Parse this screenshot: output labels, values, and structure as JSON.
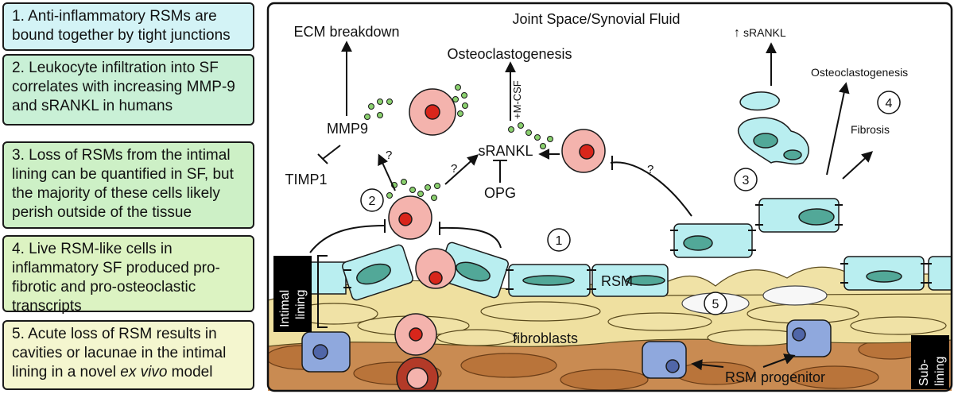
{
  "sidebar": {
    "items": [
      {
        "number": "1.",
        "text": "Anti-inflammatory RSMs are bound together by tight junctions",
        "bg": "#d3f3f6"
      },
      {
        "number": "2.",
        "text": "Leukocyte infiltration into SF correlates with increasing MMP-9 and sRANKL in humans",
        "bg": "#c9f0d6"
      },
      {
        "number": "3.",
        "text": "Loss of RSMs from the intimal lining can be quantified in SF, but the majority of these cells likely perish outside of the tissue",
        "bg": "#cdf0c6"
      },
      {
        "number": "4.",
        "text": "Live RSM-like cells in inflammatory SF produced pro-fibrotic and pro-osteoclastic transcripts",
        "bg": "#dcf3c2"
      },
      {
        "number": "5.",
        "text_before": "Acute loss of RSM results in cavities or lacunae in the intimal lining in a novel ",
        "text_italic": "ex vivo",
        "text_after": " model",
        "bg": "#f4f6cf"
      }
    ]
  },
  "diagram": {
    "joint_space": "Joint Space/Synovial Fluid",
    "ecm_breakdown": "ECM breakdown",
    "osteoclastogenesis_center": "Osteoclastogenesis",
    "m_csf": "+M-CSF",
    "srankl_up": "sRANKL",
    "up_arrow": "↑",
    "osteoclastogenesis_right": "Osteoclastogenesis",
    "fibrosis": "Fibrosis",
    "mmp9": "MMP9",
    "srankl": "sRANKL",
    "timp1": "TIMP1",
    "opg": "OPG",
    "q1": "?",
    "q2": "?",
    "q3": "?",
    "rsm": "RSM",
    "fibroblasts": "fibroblasts",
    "rsm_progenitor": "RSM progenitor",
    "intimal_lining": [
      "Intimal",
      "lining"
    ],
    "sub_lining": [
      "Sub-",
      "lining"
    ],
    "circles": [
      "1",
      "2",
      "3",
      "4",
      "5"
    ]
  },
  "colors": {
    "rsm_cell": "#b9eef0",
    "rsm_nucleus": "#52a898",
    "leukocyte": "#f4b3ad",
    "leukocyte_nucleus": "#d8261b",
    "fibroblast": "#efe0a0",
    "sublining": "#c9894c",
    "progenitor": "#8fa8dd",
    "vesicle": "#8ad06e"
  }
}
